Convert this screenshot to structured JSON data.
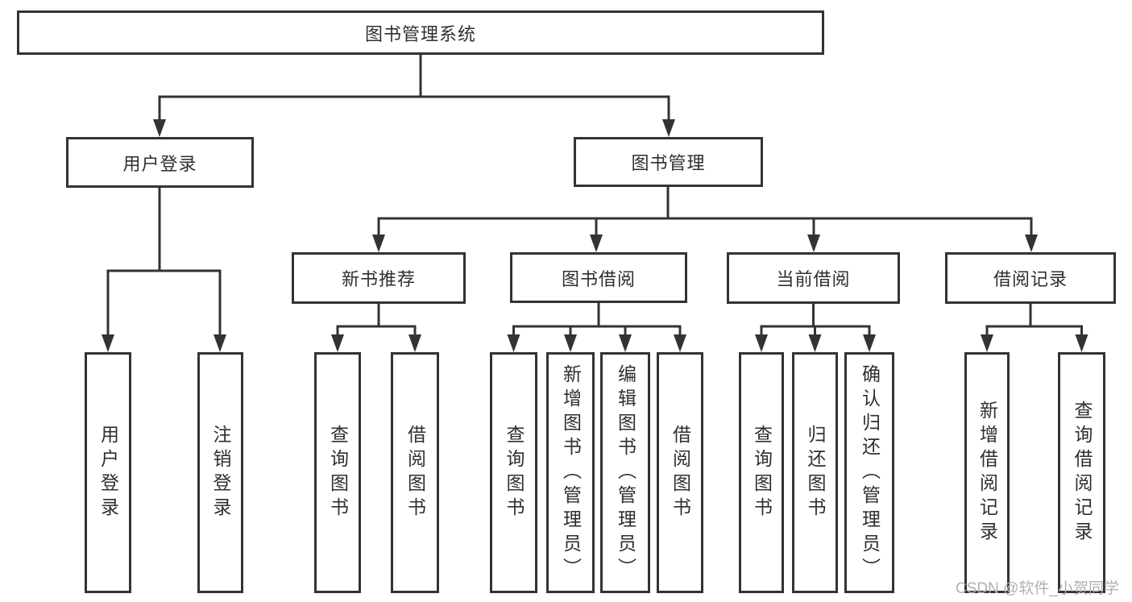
{
  "tree": {
    "root": "图书管理系统",
    "branches": [
      {
        "label": "用户登录",
        "children": [
          "用户登录",
          "注销登录"
        ]
      },
      {
        "label": "图书管理",
        "groups": [
          {
            "label": "新书推荐",
            "children": [
              "查询图书",
              "借阅图书"
            ]
          },
          {
            "label": "图书借阅",
            "children": [
              "查询图书",
              "新增图书（管理员）",
              "编辑图书（管理员）",
              "借阅图书"
            ]
          },
          {
            "label": "当前借阅",
            "children": [
              "查询图书",
              "归还图书",
              "确认归还（管理员）"
            ]
          },
          {
            "label": "借阅记录",
            "children": [
              "新增借阅记录",
              "查询借阅记录"
            ]
          }
        ]
      }
    ]
  },
  "watermark": "CSDN @软件_小贺同学",
  "colors": {
    "line": "#333333",
    "text": "#2f2f2f",
    "background": "#ffffff",
    "watermark": "#b0b0b0"
  }
}
